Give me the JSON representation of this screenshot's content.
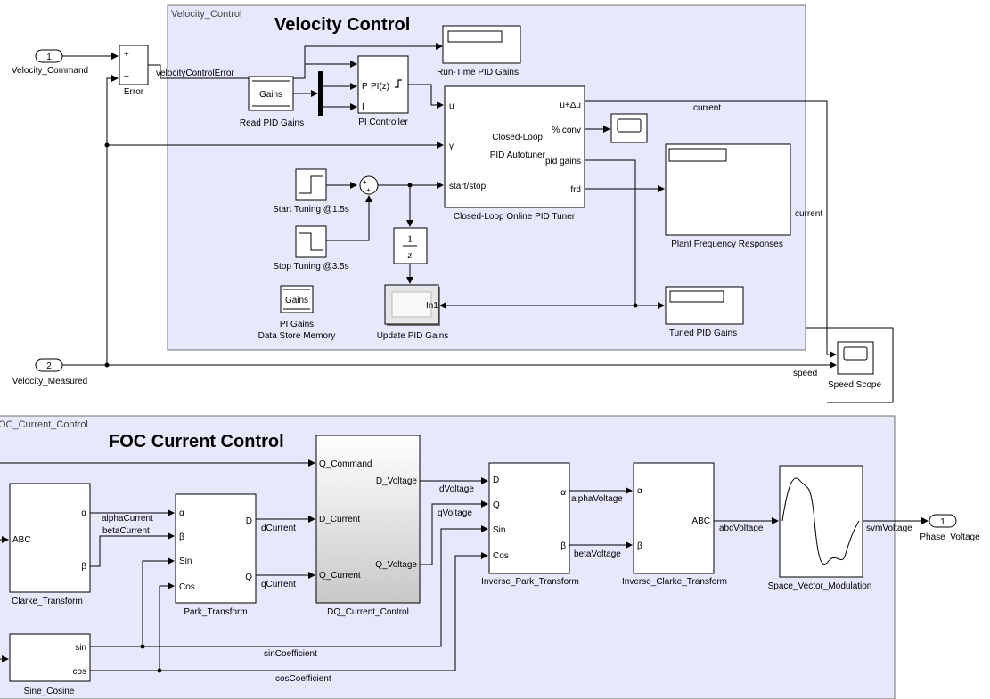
{
  "velocity_area": {
    "name": "Velocity_Control",
    "title": "Velocity Control"
  },
  "foc_area": {
    "name": "OC_Current_Control",
    "title": "FOC Current Control"
  },
  "inports": {
    "velocity_command": {
      "number": "1",
      "name": "Velocity_Command"
    },
    "velocity_measured": {
      "number": "2",
      "name": "Velocity_Measured"
    }
  },
  "outport": {
    "number": "1",
    "name": "Phase_Voltage"
  },
  "error_block": {
    "name": "Error",
    "plus": "+",
    "minus": "–"
  },
  "signals": {
    "velocity_control_error": "velocityControlError",
    "current_top": "current",
    "current_right": "current",
    "speed": "speed",
    "alpha_current": "alphaCurrent",
    "beta_current": "betaCurrent",
    "d_current": "dCurrent",
    "q_current": "qCurrent",
    "d_voltage": "dVoltage",
    "q_voltage": "qVoltage",
    "alpha_voltage": "alphaVoltage",
    "beta_voltage": "betaVoltage",
    "abc_voltage": "abcVoltage",
    "svm_voltage": "svmVoltage",
    "sin_coefficient": "sinCoefficient",
    "cos_coefficient": "cosCoefficient"
  },
  "blocks": {
    "run_time_pid_gains": "Run-Time PID Gains",
    "read_pid_gains": {
      "name": "Read PID Gains",
      "content": "Gains"
    },
    "pi_controller": {
      "name": "PI Controller",
      "content": "PI(z)",
      "ports": [
        "P",
        "I"
      ]
    },
    "pid_tuner": {
      "name": "Closed-Loop Online PID Tuner",
      "line1": "Closed-Loop",
      "line2": "PID Autotuner",
      "inputs": [
        "u",
        "y",
        "start/stop"
      ],
      "outputs": [
        "u+Δu",
        "% conv",
        "pid gains",
        "frd"
      ]
    },
    "start_tuning": "Start Tuning @1.5s",
    "stop_tuning": "Stop Tuning @3.5s",
    "unit_delay": {
      "num": "1",
      "den": "z"
    },
    "pi_gains_dsm": {
      "name1": "PI Gains",
      "name2": "Data Store Memory",
      "content": "Gains"
    },
    "update_pid_gains": {
      "name": "Update PID Gains",
      "port": "In1"
    },
    "plant_freq": "Plant Frequency Responses",
    "tuned_pid_gains": "Tuned PID Gains",
    "speed_scope": "Speed Scope",
    "clarke": {
      "name": "Clarke_Transform",
      "in": "ABC",
      "out": [
        "α",
        "β"
      ]
    },
    "park": {
      "name": "Park_Transform",
      "in": [
        "α",
        "β",
        "Sin",
        "Cos"
      ],
      "out": [
        "D",
        "Q"
      ]
    },
    "dq_control": {
      "name": "DQ_Current_Control",
      "in": [
        "Q_Command",
        "D_Current",
        "Q_Current"
      ],
      "out": [
        "D_Voltage",
        "Q_Voltage"
      ]
    },
    "inv_park": {
      "name": "Inverse_Park_Transform",
      "in": [
        "D",
        "Q",
        "Sin",
        "Cos"
      ],
      "out": [
        "α",
        "β"
      ]
    },
    "inv_clarke": {
      "name": "Inverse_Clarke_Transform",
      "in": [
        "α",
        "β"
      ],
      "out": "ABC"
    },
    "svm": {
      "name": "Space_Vector_Modulation"
    },
    "sine_cosine": {
      "name": "Sine_Cosine",
      "out": [
        "sin",
        "cos"
      ]
    }
  },
  "colors": {
    "area_fill": "#e8e8fc",
    "area_border": "#707070",
    "block_fill": "#ffffff",
    "wire": "#000000"
  }
}
